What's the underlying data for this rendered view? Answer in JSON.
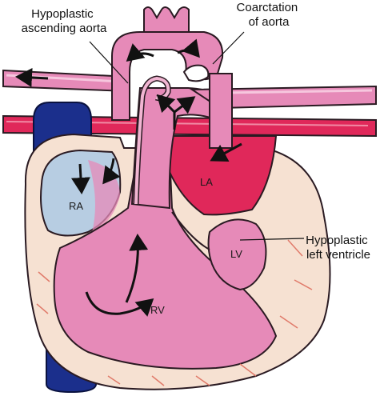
{
  "labels": {
    "hypoplastic_ascending_aorta": [
      "Hypoplastic",
      "ascending aorta"
    ],
    "coarctation_of_aorta": [
      "Coarctation",
      "of aorta"
    ],
    "hypoplastic_left_ventricle": [
      "Hypoplastic",
      "left ventricle"
    ],
    "ra": "RA",
    "la": "LA",
    "lv": "LV",
    "rv": "RV"
  },
  "colors": {
    "pink": "#e68ab8",
    "pink_light": "#f1b5d2",
    "red": "#e0285a",
    "blue": "#1b2f8c",
    "light_blue": "#b7cde2",
    "beige": "#f6e1d2",
    "outline": "#2a1a22"
  }
}
